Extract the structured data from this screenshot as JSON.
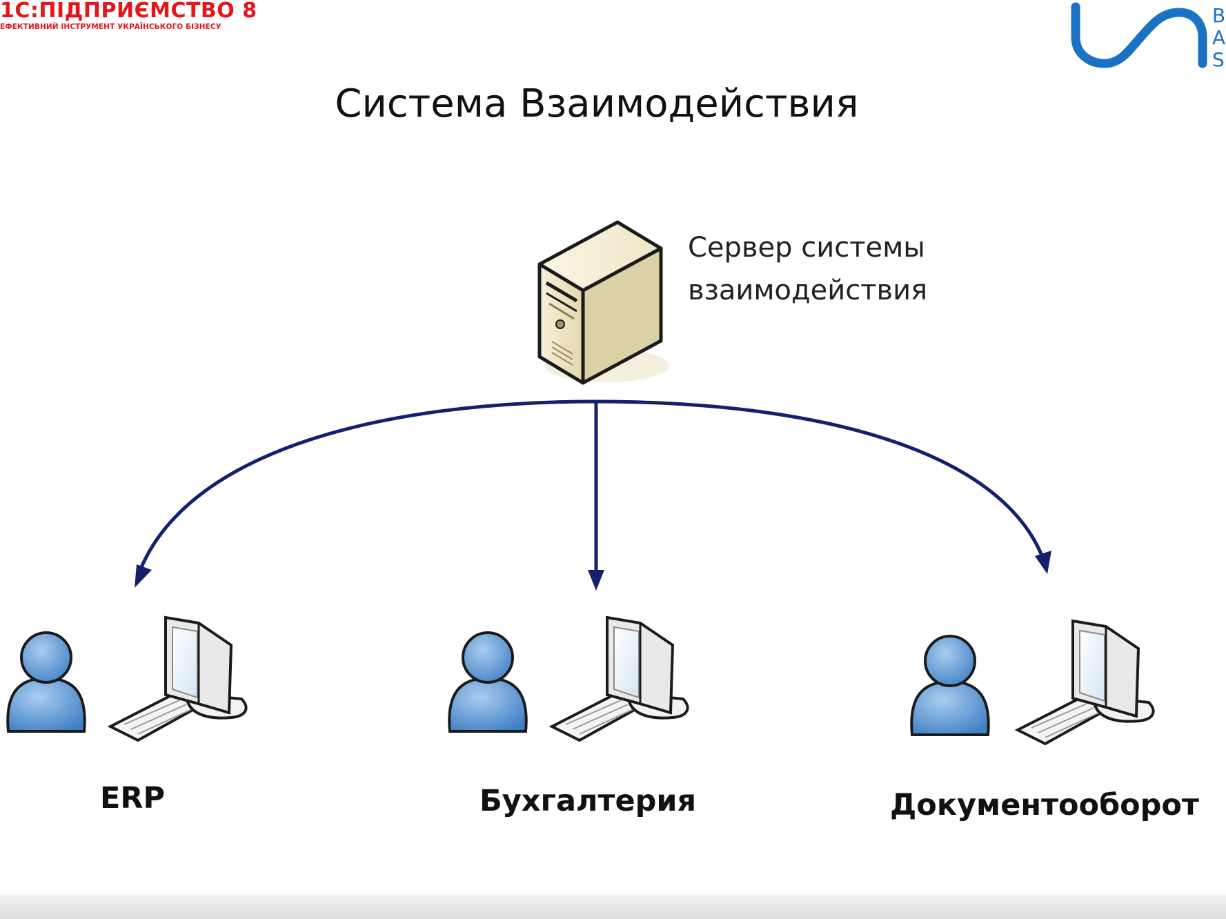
{
  "header": {
    "logo_1c_line1": "1С:ПІДПРИЄМСТВО 8",
    "logo_1c_line2": "ЕФЕКТИВНИЙ ІНСТРУМЕНТ УКРАЇНСЬКОГО БІЗНЕСУ",
    "logo_bas_letters": [
      "B",
      "A",
      "S"
    ]
  },
  "title": "Система Взаимодействия",
  "server": {
    "label_line1": "Сервер системы",
    "label_line2": "взаимодействия",
    "icon": "server-tower-icon"
  },
  "nodes": [
    {
      "label": "ERP",
      "icons": [
        "user-icon",
        "workstation-icon"
      ]
    },
    {
      "label": "Бухгалтерия",
      "icons": [
        "user-icon",
        "workstation-icon"
      ]
    },
    {
      "label": "Документооборот",
      "icons": [
        "user-icon",
        "workstation-icon"
      ]
    }
  ],
  "colors": {
    "brand_red": "#e4161b",
    "brand_blue": "#1a72c4",
    "arrow": "#14206b",
    "user_blue": "#5b9bd5",
    "server_beige": "#efe6c8"
  }
}
